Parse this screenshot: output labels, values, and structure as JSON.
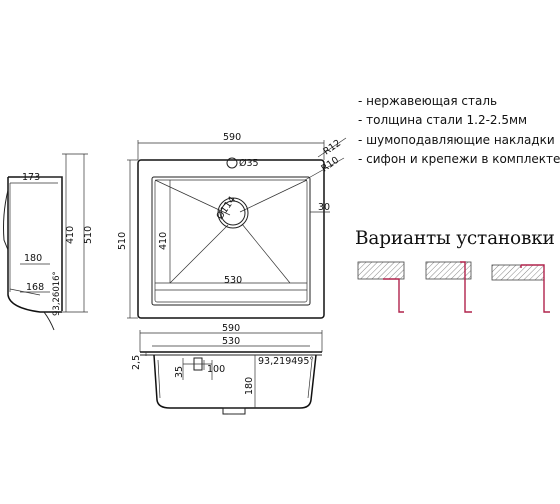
{
  "specs": [
    "нержавеющая сталь",
    "толщина стали 1.2-2.5мм",
    "шумоподавляющие накладки",
    "сифон и крепежи в комплекте"
  ],
  "variants_title": "Варианты установки",
  "top_view": {
    "width_label": "590",
    "height_label": "510",
    "inner_height_label": "410",
    "inner_width_label": "530",
    "hole_label": "Ø35",
    "drain_label": "Ø114",
    "r_outer_label": "R12",
    "r_inner_label": "R10",
    "rim_label": "30"
  },
  "side_view": {
    "top_label": "173",
    "bowl_depth_label": "180",
    "base_label": "168",
    "angle_label": "93,26016°",
    "inner_label": "410",
    "outer_label": "510"
  },
  "front_view": {
    "width_label": "590",
    "inner_width_label": "530",
    "rim_label": "2,5",
    "angle_label": "93,219495°",
    "overflow_w_label": "100",
    "overflow_h_label": "35",
    "depth_label": "180"
  },
  "colors": {
    "line": "#222222",
    "accent": "#b0234c",
    "hatch": "#888888"
  }
}
